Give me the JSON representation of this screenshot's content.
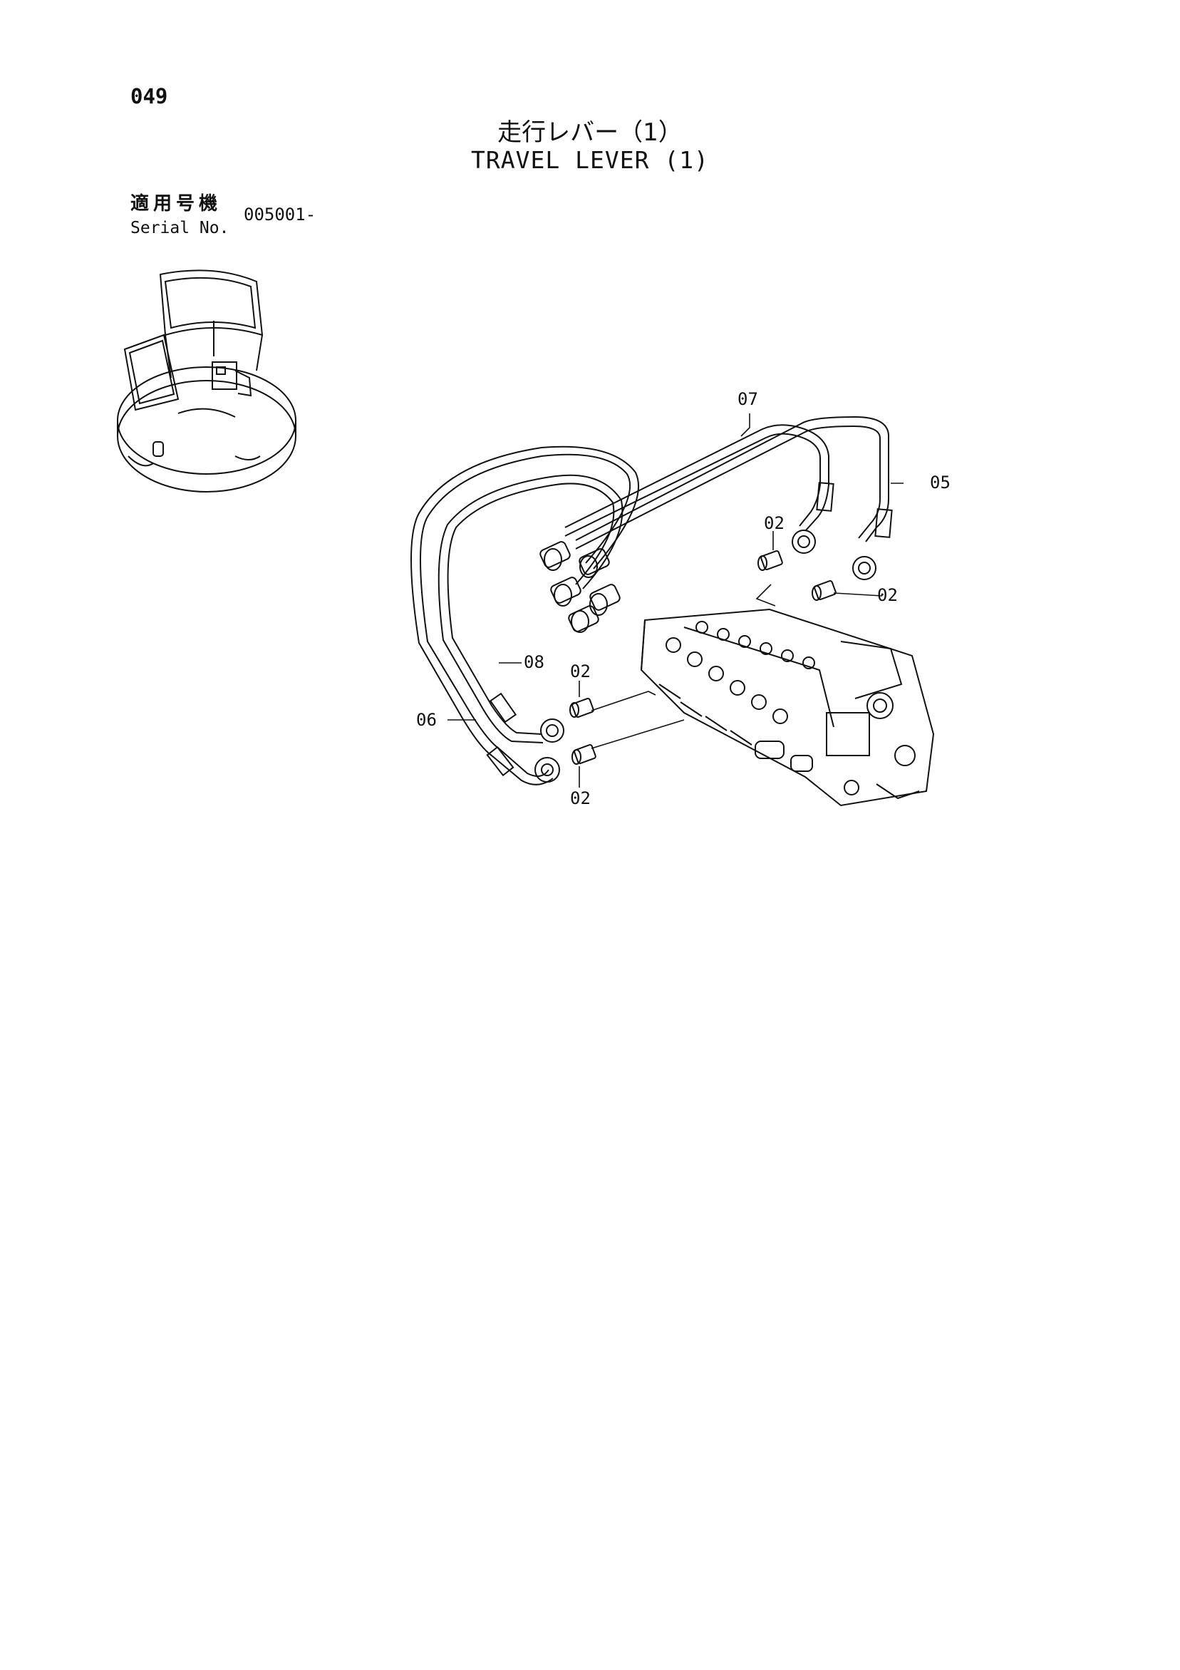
{
  "page": {
    "number": "049",
    "title_jp": "走行レバー（1）",
    "title_en": "TRAVEL LEVER (1)"
  },
  "serial": {
    "label_jp": "適用号機",
    "label_en": "Serial No.",
    "value": "005001-"
  },
  "callouts": {
    "c07": "07",
    "c05": "05",
    "c02a": "02",
    "c02b": "02",
    "c08": "08",
    "c02c": "02",
    "c06": "06",
    "c02d": "02"
  },
  "colors": {
    "ink": "#111111",
    "paper": "#ffffff"
  }
}
